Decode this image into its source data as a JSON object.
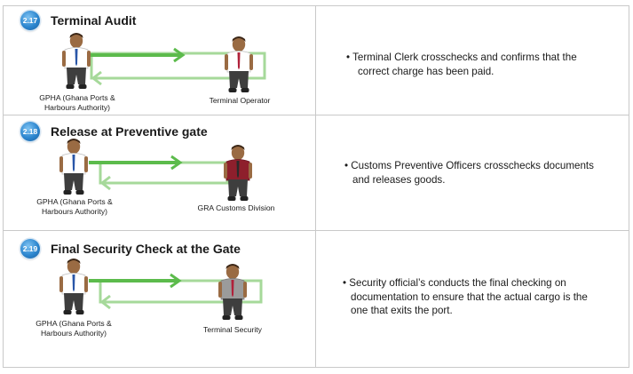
{
  "colors": {
    "badge": "#2c86cf",
    "arrow_forward": "#5cbb4c",
    "arrow_return": "#a6d99a",
    "border": "#c9c9c9"
  },
  "steps": [
    {
      "number": "2.17",
      "title": "Terminal Audit",
      "left_actor": "GPHA (Ghana Ports & Harbours Authority)",
      "left_actor_lines": [
        "GPHA (Ghana Ports &",
        "Harbours Authority)"
      ],
      "right_actor": "Terminal Operator",
      "right_actor_shirt": "white",
      "description": "Terminal Clerk crosschecks and confirms that the correct charge has been paid.",
      "description_lines": [
        "• Terminal Clerk crosschecks and confirms that the",
        "correct charge has been paid."
      ]
    },
    {
      "number": "2.18",
      "title": "Release at Preventive gate",
      "left_actor": "GPHA (Ghana Ports & Harbours Authority)",
      "left_actor_lines": [
        "GPHA (Ghana Ports &",
        "Harbours Authority)"
      ],
      "right_actor": "GRA Customs Division",
      "right_actor_shirt": "maroon",
      "description": "Customs Preventive Officers crosschecks documents and releases goods.",
      "description_lines": [
        "• Customs Preventive Officers crosschecks documents",
        "and releases goods."
      ]
    },
    {
      "number": "2.19",
      "title": "Final Security Check at the Gate",
      "left_actor": "GPHA (Ghana Ports & Harbours Authority)",
      "left_actor_lines": [
        "GPHA (Ghana Ports &",
        "Harbours Authority)"
      ],
      "right_actor": "Terminal Security",
      "right_actor_shirt": "gray",
      "description": "Security official's conducts the final checking on documentation to ensure that the actual cargo is the one that exits the port.",
      "description_lines": [
        "• Security official’s conducts the final checking on",
        "documentation to ensure that the actual cargo is the",
        "one that exits the port."
      ]
    }
  ]
}
